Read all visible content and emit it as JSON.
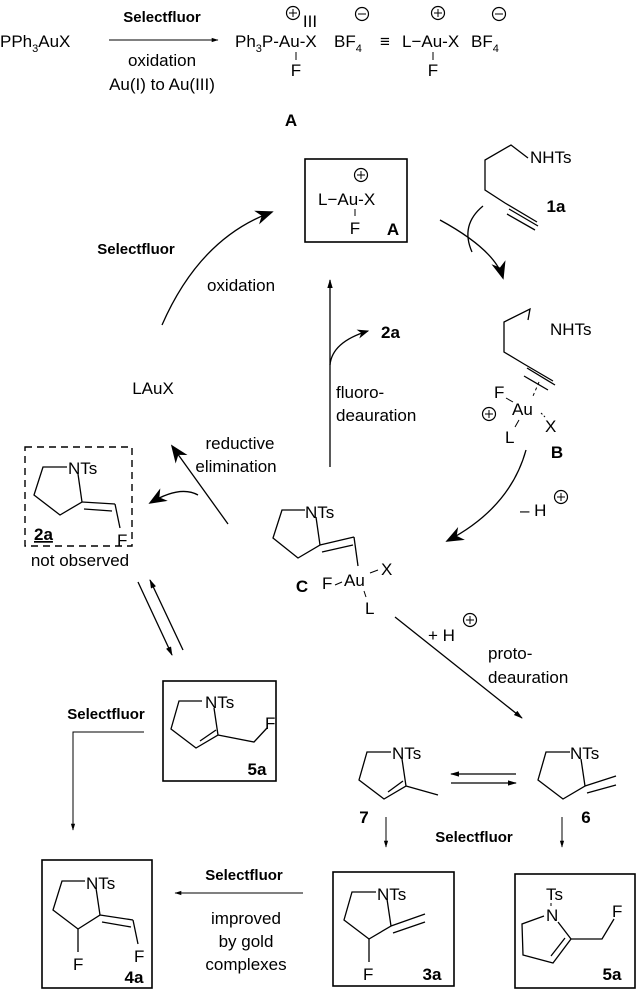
{
  "header_reaction": {
    "reactant": "PPh3AuX",
    "reactant_parts": [
      "PPh",
      "3",
      "AuX"
    ],
    "reagent": "Selectfluor",
    "condition_line1": "oxidation",
    "condition_line2": "Au(I) to Au(III)",
    "product_left": "Ph3P-Au-X",
    "product_left_parts": [
      "Ph",
      "3",
      "P-Au-X"
    ],
    "oxidation_state": "III",
    "counterion": "BF4",
    "counterion_parts": [
      "BF",
      "4"
    ],
    "equivalence": "≡",
    "product_right": "L−Au-X",
    "fluoride": "F",
    "compound_label": "A"
  },
  "cycle": {
    "intermediate_A": {
      "formula": "L−Au-X",
      "fluoride": "F",
      "label": "A",
      "charge": "+"
    },
    "substrate_1a": {
      "group": "NHTs",
      "label": "1a"
    },
    "intermediate_B": {
      "group": "NHTs",
      "ligands": [
        "F",
        "Au",
        "X",
        "L"
      ],
      "label": "B",
      "charge": "+"
    },
    "intermediate_C": {
      "group": "NTs",
      "ligands": [
        "F",
        "Au",
        "X",
        "L"
      ],
      "label": "C"
    },
    "oxidation_reagent": "Selectfluor",
    "oxidation_label": "oxidation",
    "gold_species": "LAuX",
    "fluorodeauration_product": "2a",
    "fluorodeauration_line1": "fluoro-",
    "fluorodeauration_line2": "deauration",
    "reductive_line1": "reductive",
    "reductive_line2": "elimination",
    "deprotonation": "– H",
    "protonation": "+ H",
    "protodeauration_line1": "proto-",
    "protodeauration_line2": "deauration"
  },
  "side_products": {
    "compound_2a": {
      "group": "NTs",
      "fluoride": "F",
      "label": "2a",
      "note": "not observed"
    },
    "compound_5a_top": {
      "group": "NTs",
      "fluoride": "F",
      "label": "5a"
    },
    "compound_7": {
      "group": "NTs",
      "label": "7"
    },
    "compound_6": {
      "group": "NTs",
      "label": "6"
    },
    "selectfluor_left": "Selectfluor",
    "selectfluor_mid": "Selectfluor",
    "selectfluor_bottom": "Selectfluor",
    "bottom_condition_line1": "improved",
    "bottom_condition_line2": "by gold",
    "bottom_condition_line3": "complexes",
    "compound_4a": {
      "group": "NTs",
      "fluoride_ring": "F",
      "fluoride_vinyl": "F",
      "label": "4a"
    },
    "compound_3a": {
      "group": "NTs",
      "fluoride": "F",
      "label": "3a"
    },
    "compound_5a_bottom": {
      "group_top": "Ts",
      "atom": "N",
      "fluoride": "F",
      "label": "5a"
    }
  }
}
